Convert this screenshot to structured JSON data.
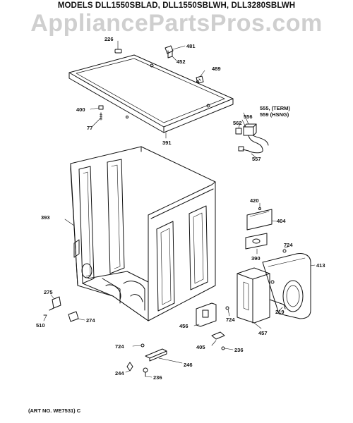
{
  "header": {
    "title": "MODELS DLL1550SBLAD, DLL1550SBLWH, DLL3280SBLWH",
    "watermark": "AppliancePartsPros.com"
  },
  "footer": {
    "art_number": "(ART NO. WE7531) C"
  },
  "callouts": [
    {
      "id": "226",
      "label": "226"
    },
    {
      "id": "481",
      "label": "481"
    },
    {
      "id": "452",
      "label": "452"
    },
    {
      "id": "489",
      "label": "489"
    },
    {
      "id": "400",
      "label": "400"
    },
    {
      "id": "77",
      "label": "77"
    },
    {
      "id": "391",
      "label": "391"
    },
    {
      "id": "555",
      "label": "555, (TERM)"
    },
    {
      "id": "559",
      "label": "559 (HSNG)"
    },
    {
      "id": "556",
      "label": "556"
    },
    {
      "id": "562",
      "label": "562"
    },
    {
      "id": "557",
      "label": "557"
    },
    {
      "id": "393",
      "label": "393"
    },
    {
      "id": "420",
      "label": "420"
    },
    {
      "id": "404",
      "label": "404"
    },
    {
      "id": "390",
      "label": "390"
    },
    {
      "id": "724a",
      "label": "724"
    },
    {
      "id": "413",
      "label": "413"
    },
    {
      "id": "275",
      "label": "275"
    },
    {
      "id": "274",
      "label": "274"
    },
    {
      "id": "510",
      "label": "510"
    },
    {
      "id": "219",
      "label": "219"
    },
    {
      "id": "456",
      "label": "456"
    },
    {
      "id": "724b",
      "label": "724"
    },
    {
      "id": "457",
      "label": "457"
    },
    {
      "id": "724c",
      "label": "724"
    },
    {
      "id": "405",
      "label": "405"
    },
    {
      "id": "236a",
      "label": "236"
    },
    {
      "id": "246",
      "label": "246"
    },
    {
      "id": "244",
      "label": "244"
    },
    {
      "id": "236b",
      "label": "236"
    }
  ]
}
